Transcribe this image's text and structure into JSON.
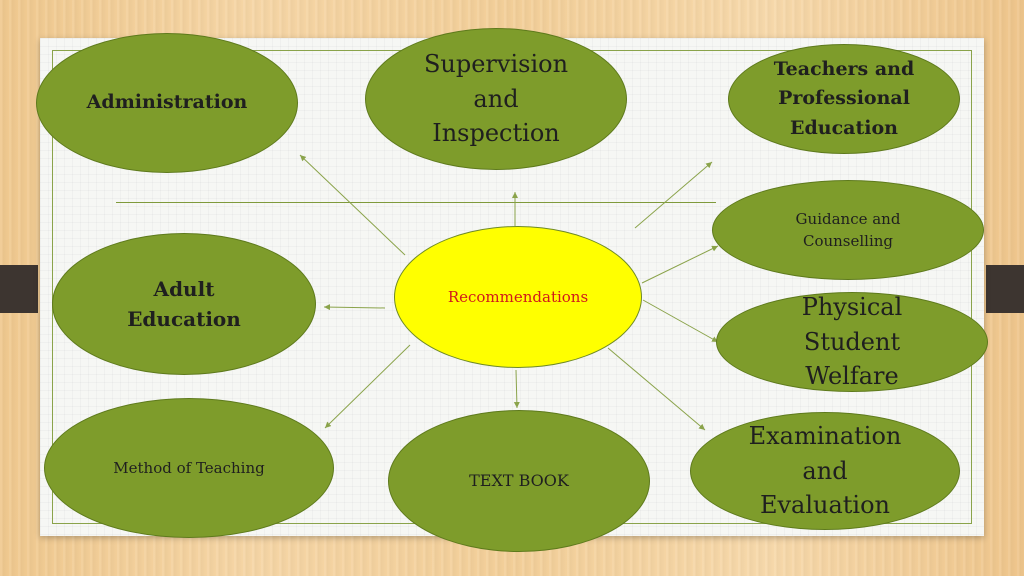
{
  "diagram": {
    "center": "Recommendations",
    "nodes": {
      "administration": "Administration",
      "supervision": "Supervision\nand\nInspection",
      "teachers": "Teachers and\nProfessional\nEducation",
      "guidance": "Guidance and\nCounselling",
      "adult": "Adult\nEducation",
      "physical": "Physical\nStudent\nWelfare",
      "method": "Method of Teaching",
      "textbook": "TEXT BOOK",
      "examination": "Examination\nand\nEvaluation"
    }
  },
  "colors": {
    "node_fill": "#7e9c2b",
    "center_fill": "#ffff00",
    "center_text": "#d11a1a",
    "connector": "#8aa34a"
  }
}
